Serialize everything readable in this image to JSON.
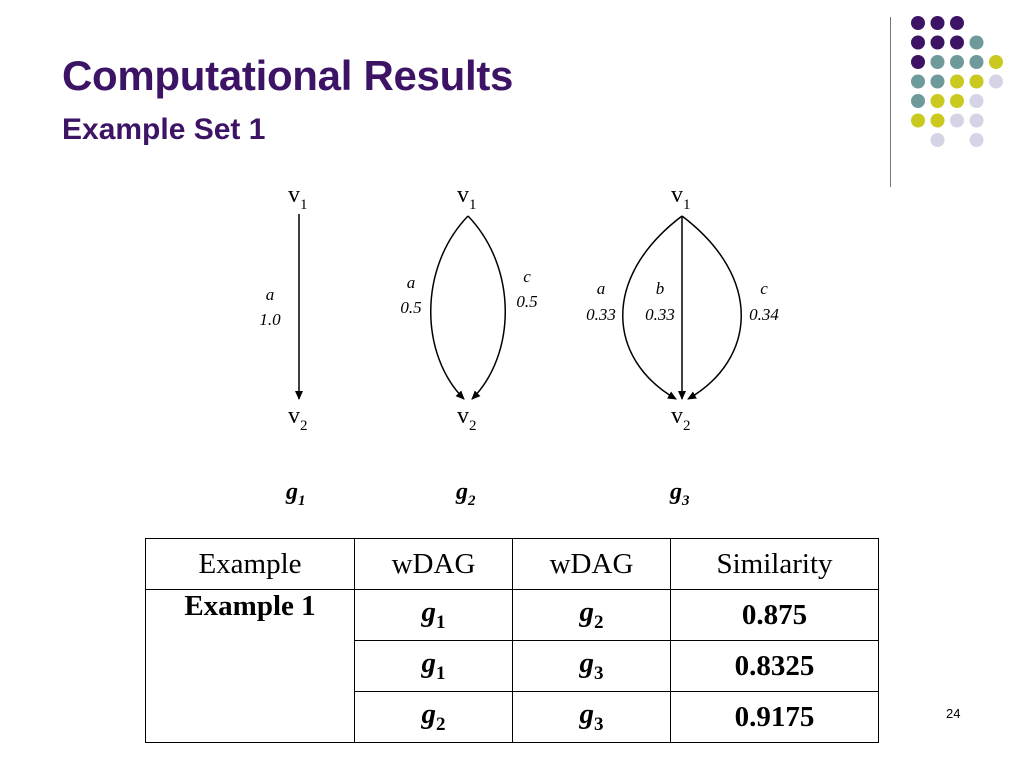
{
  "slide": {
    "title": "Computational Results",
    "subtitle": "Example Set 1",
    "page_number": "24"
  },
  "colors": {
    "title": "#3d1465",
    "dot_purple": "#3d1465",
    "dot_teal": "#6f9a9b",
    "dot_yellow": "#c9c920",
    "dot_lavender": "#d5d4e6"
  },
  "decoration": {
    "dot_grid": [
      [
        "purple",
        "purple",
        "purple",
        "none",
        "none"
      ],
      [
        "purple",
        "purple",
        "purple",
        "teal",
        "none"
      ],
      [
        "purple",
        "teal",
        "teal",
        "teal",
        "yellow"
      ],
      [
        "teal",
        "teal",
        "yellow",
        "yellow",
        "lavender"
      ],
      [
        "teal",
        "yellow",
        "yellow",
        "lavender",
        "none"
      ],
      [
        "yellow",
        "yellow",
        "lavender",
        "lavender",
        "none"
      ],
      [
        "none",
        "lavender",
        "none",
        "lavender",
        "none"
      ]
    ]
  },
  "graphs": [
    {
      "name": "g",
      "index": "1",
      "nodes": [
        {
          "label": "v",
          "sub": "1"
        },
        {
          "label": "v",
          "sub": "2"
        }
      ],
      "edges": [
        {
          "label": "a",
          "weight": "1.0"
        }
      ]
    },
    {
      "name": "g",
      "index": "2",
      "nodes": [
        {
          "label": "v",
          "sub": "1"
        },
        {
          "label": "v",
          "sub": "2"
        }
      ],
      "edges": [
        {
          "label": "a",
          "weight": "0.5"
        },
        {
          "label": "c",
          "weight": "0.5"
        }
      ]
    },
    {
      "name": "g",
      "index": "3",
      "nodes": [
        {
          "label": "v",
          "sub": "1"
        },
        {
          "label": "v",
          "sub": "2"
        }
      ],
      "edges": [
        {
          "label": "a",
          "weight": "0.33"
        },
        {
          "label": "b",
          "weight": "0.33"
        },
        {
          "label": "c",
          "weight": "0.34"
        }
      ]
    }
  ],
  "table": {
    "headers": [
      "Example",
      "wDAG",
      "wDAG",
      "Similarity"
    ],
    "example_label": "Example 1",
    "rows": [
      {
        "g_a": {
          "name": "g",
          "sub": "1"
        },
        "g_b": {
          "name": "g",
          "sub": "2"
        },
        "similarity": "0.875"
      },
      {
        "g_a": {
          "name": "g",
          "sub": "1"
        },
        "g_b": {
          "name": "g",
          "sub": "3"
        },
        "similarity": "0.8325"
      },
      {
        "g_a": {
          "name": "g",
          "sub": "2"
        },
        "g_b": {
          "name": "g",
          "sub": "3"
        },
        "similarity": "0.9175"
      }
    ]
  }
}
